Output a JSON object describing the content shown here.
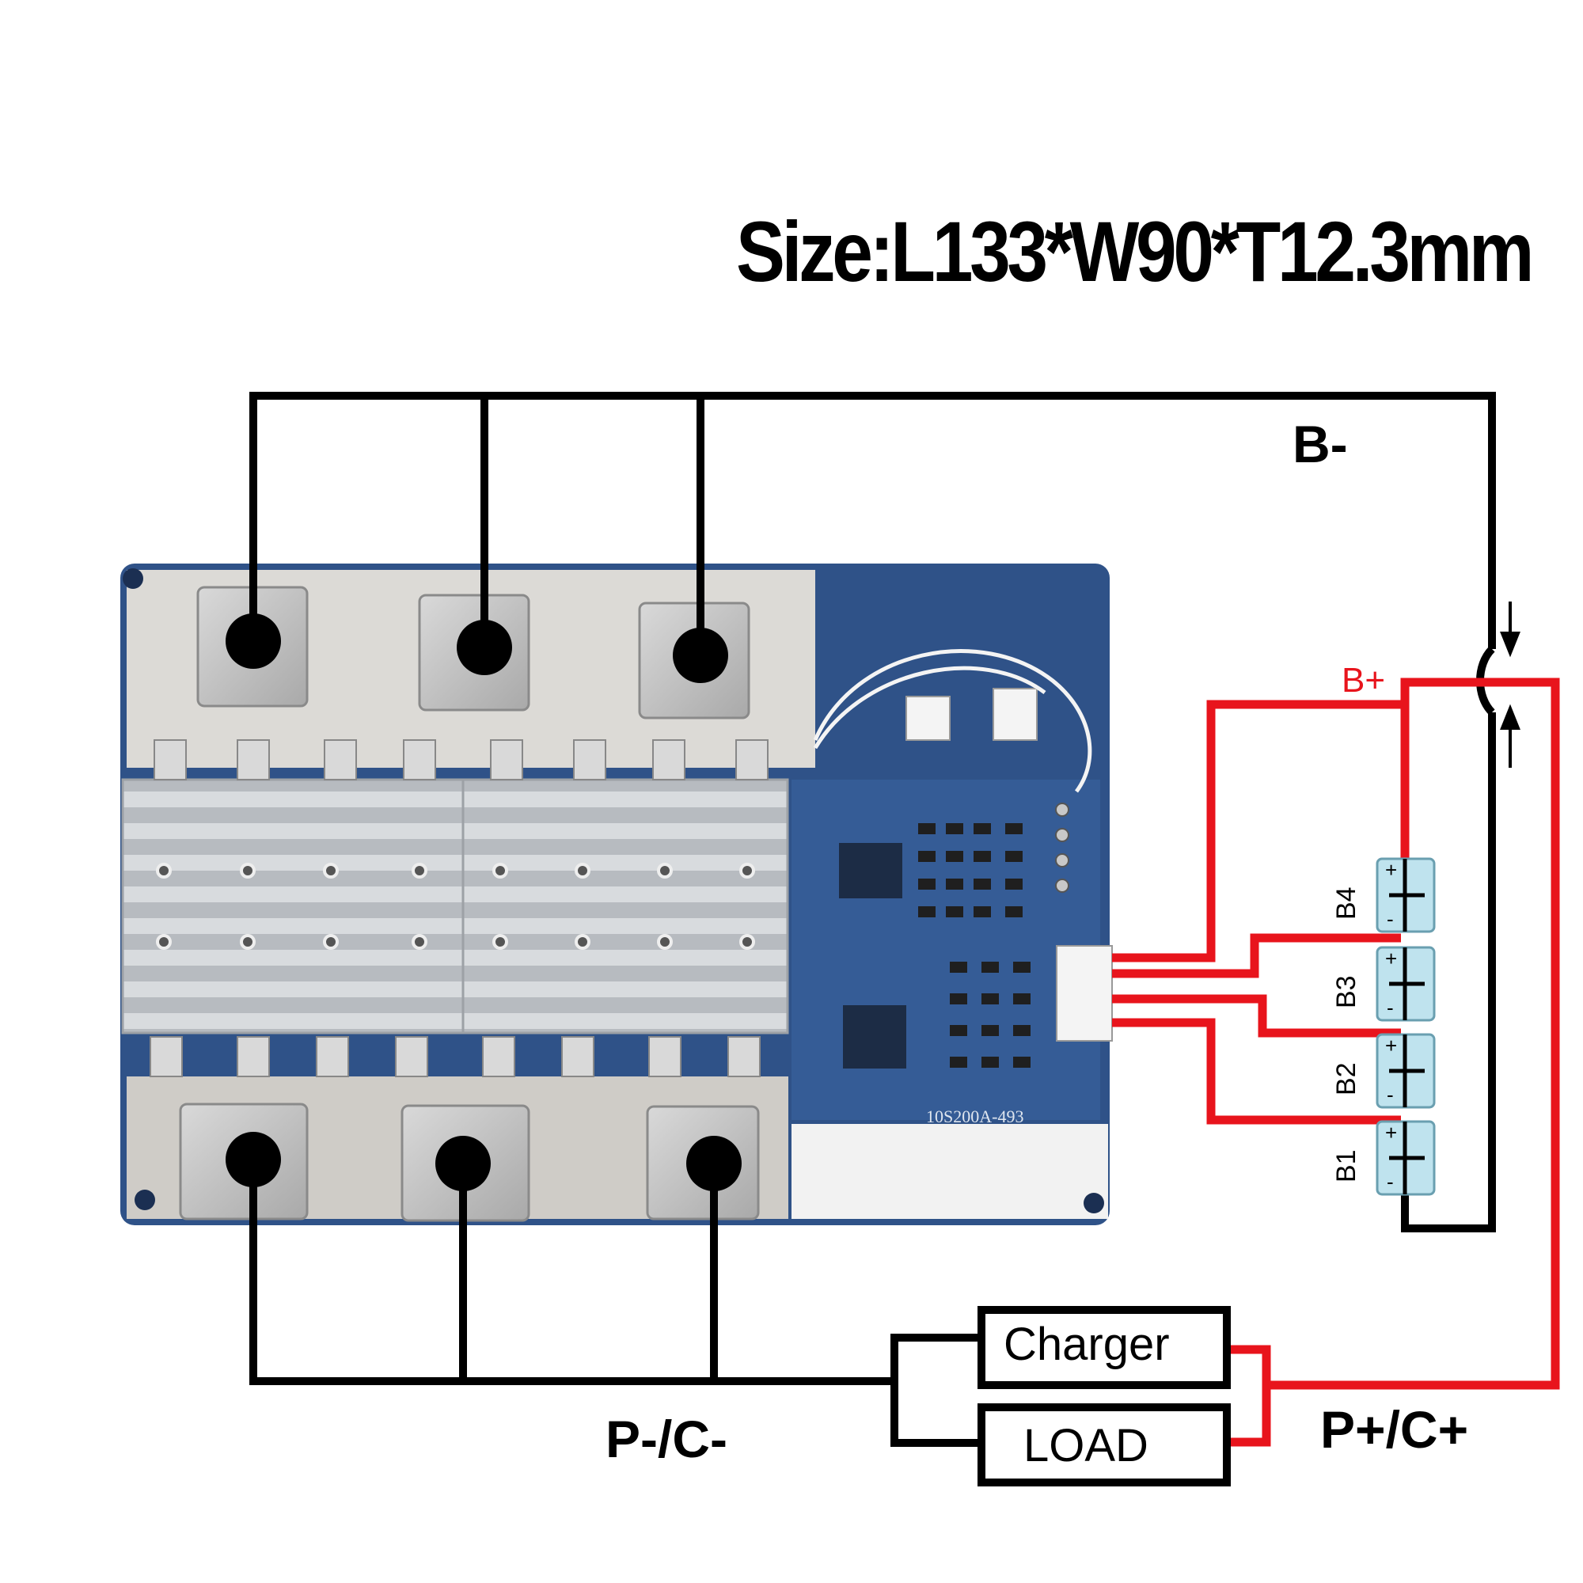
{
  "title": "Size:L133*W90*T12.3mm",
  "labels": {
    "b_minus": "B-",
    "b_plus": "B+",
    "p_minus_c_minus": "P-/C-",
    "p_plus_c_plus": "P+/C+",
    "charger": "Charger",
    "load": "LOAD"
  },
  "cells": [
    "B4",
    "B3",
    "B2",
    "B1"
  ],
  "board_model": "10S200A-493",
  "colors": {
    "wire_negative": "#000000",
    "wire_positive": "#e8141c",
    "pcb": "#2f5288",
    "heatsink": "#c9ccd0",
    "mosfet_pad": "#bdbdbd",
    "cell": "#bfe3ee"
  }
}
